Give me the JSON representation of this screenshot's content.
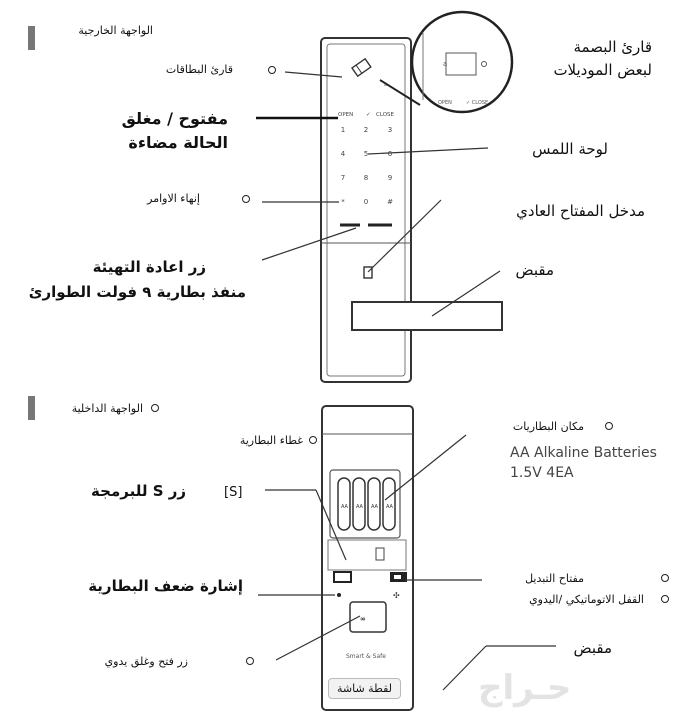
{
  "outer": {
    "heading": "الواجهة الخارجية",
    "card_reader": "قارئ البطاقات",
    "open_close_line1": "مفتوح / مغلق",
    "open_close_line2": "الحالة مضاءة",
    "finish_commands": "إنهاء الاوامر",
    "reset_line1": "زر اعادة التهيئة",
    "reset_line2": "منفذ بطارية ٩ فولت الطوارئ",
    "fingerprint_line1": "قارئ البصمة",
    "fingerprint_line2": "لبعض الموديلات",
    "touchpad": "لوحة اللمس",
    "key_entry": "مدخل المفتاح العادي",
    "handle": "مقبض",
    "keypad": {
      "header": [
        "OPEN",
        "CLOSE"
      ],
      "keys": [
        "1",
        "2",
        "3",
        "4",
        "5",
        "6",
        "7",
        "8",
        "9",
        "*",
        "0",
        "#"
      ]
    }
  },
  "inner": {
    "heading": "الواجهة الداخلية",
    "battery_cover": "غطاء البطارية",
    "s_button": "زر S للبرمجة",
    "s_marker": "[S]",
    "low_battery": "إشارة ضعف البطارية",
    "manual_button": "زر فتح وغلق يدوي",
    "battery_place": "مكان البطاريات",
    "battery_spec_line1": "AA Alkaline Batteries",
    "battery_spec_line2": "1.5V 4EA",
    "switch_key": "مفتاح التبديل",
    "auto_manual_lock": "القفل الاتوماتيكي /اليدوي",
    "handle": "مقبض",
    "brand": "Smart & Safe",
    "screenshot_tag": "لقطة شاشة"
  },
  "colors": {
    "line": "#333333",
    "panel_border": "#444444",
    "marker": "#777777"
  }
}
